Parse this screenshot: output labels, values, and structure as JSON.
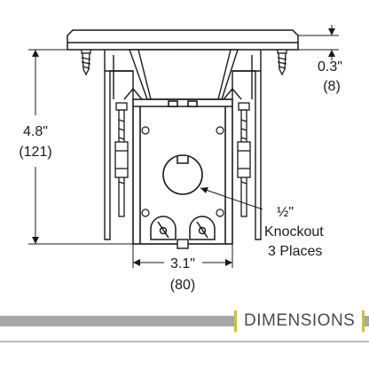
{
  "dimensions": {
    "height_in": "4.8\"",
    "height_mm": "(121)",
    "flange_in": "0.3\"",
    "flange_mm": "(8)",
    "width_in": "3.1\"",
    "width_mm": "(80)",
    "knockout_size": "½\"",
    "knockout_label": "Knockout",
    "knockout_places": "3 Places"
  },
  "banner": {
    "label": "DIMENSIONS"
  },
  "colors": {
    "line": "#1a1a1a",
    "banner_gray": "#a7a7a9",
    "accent": "#c9c13a"
  }
}
